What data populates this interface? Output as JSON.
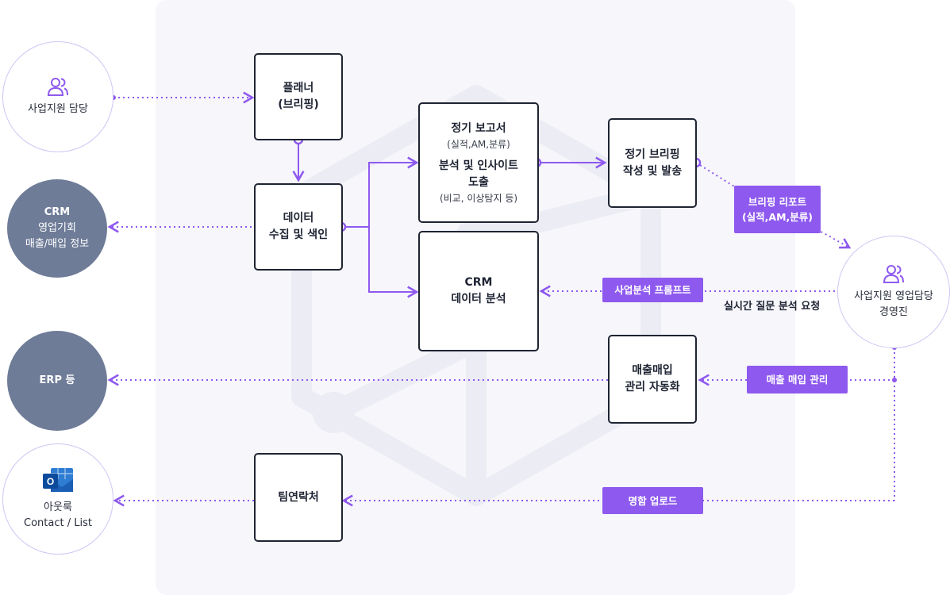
{
  "actors": {
    "support_manager": {
      "label": "사업지원 담당",
      "icon": "users-icon"
    },
    "crm": {
      "title": "CRM",
      "line1": "영업기회",
      "line2": "매출/매입 정보"
    },
    "erp": {
      "label": "ERP 등"
    },
    "outlook": {
      "line1": "아웃룩",
      "line2": "Contact / List",
      "icon": "outlook-icon"
    },
    "executives": {
      "line1": "사업지원 영업담당",
      "line2": "경영진",
      "icon": "users-icon"
    }
  },
  "boxes": {
    "planner": {
      "line1": "플래너",
      "line2": "(브리핑)"
    },
    "data_collect": {
      "line1": "데이터",
      "line2": "수집 및 색인"
    },
    "report": {
      "title": "정기 보고서",
      "title_sub": "(실적,AM,분류)",
      "analysis1": "분석 및 인사이트",
      "analysis2": "도출",
      "analysis_sub": "(비교, 이상탐지 등)"
    },
    "crm_analysis": {
      "line1": "CRM",
      "line2": "데이터 분석"
    },
    "briefing": {
      "line1": "정기 브리핑",
      "line2": "작성 및 발송"
    },
    "sales_auto": {
      "line1": "매출매입",
      "line2": "관리 자동화"
    },
    "team_contact": {
      "label": "팀연락처"
    }
  },
  "tags": {
    "briefing_report_1": "브리핑 리포트",
    "briefing_report_2": "(실적,AM,분류)",
    "prompt": "사업분석 프롬프트",
    "sales_mgmt": "매출 매입 관리",
    "card_upload": "명함 업로드"
  },
  "labels": {
    "realtime_query": "실시간 질문 분석 요청"
  },
  "colors": {
    "accent": "#8e59ee",
    "dark_node": "#6f7c98",
    "border": "#1f2433",
    "panel": "#f6f6fb"
  }
}
